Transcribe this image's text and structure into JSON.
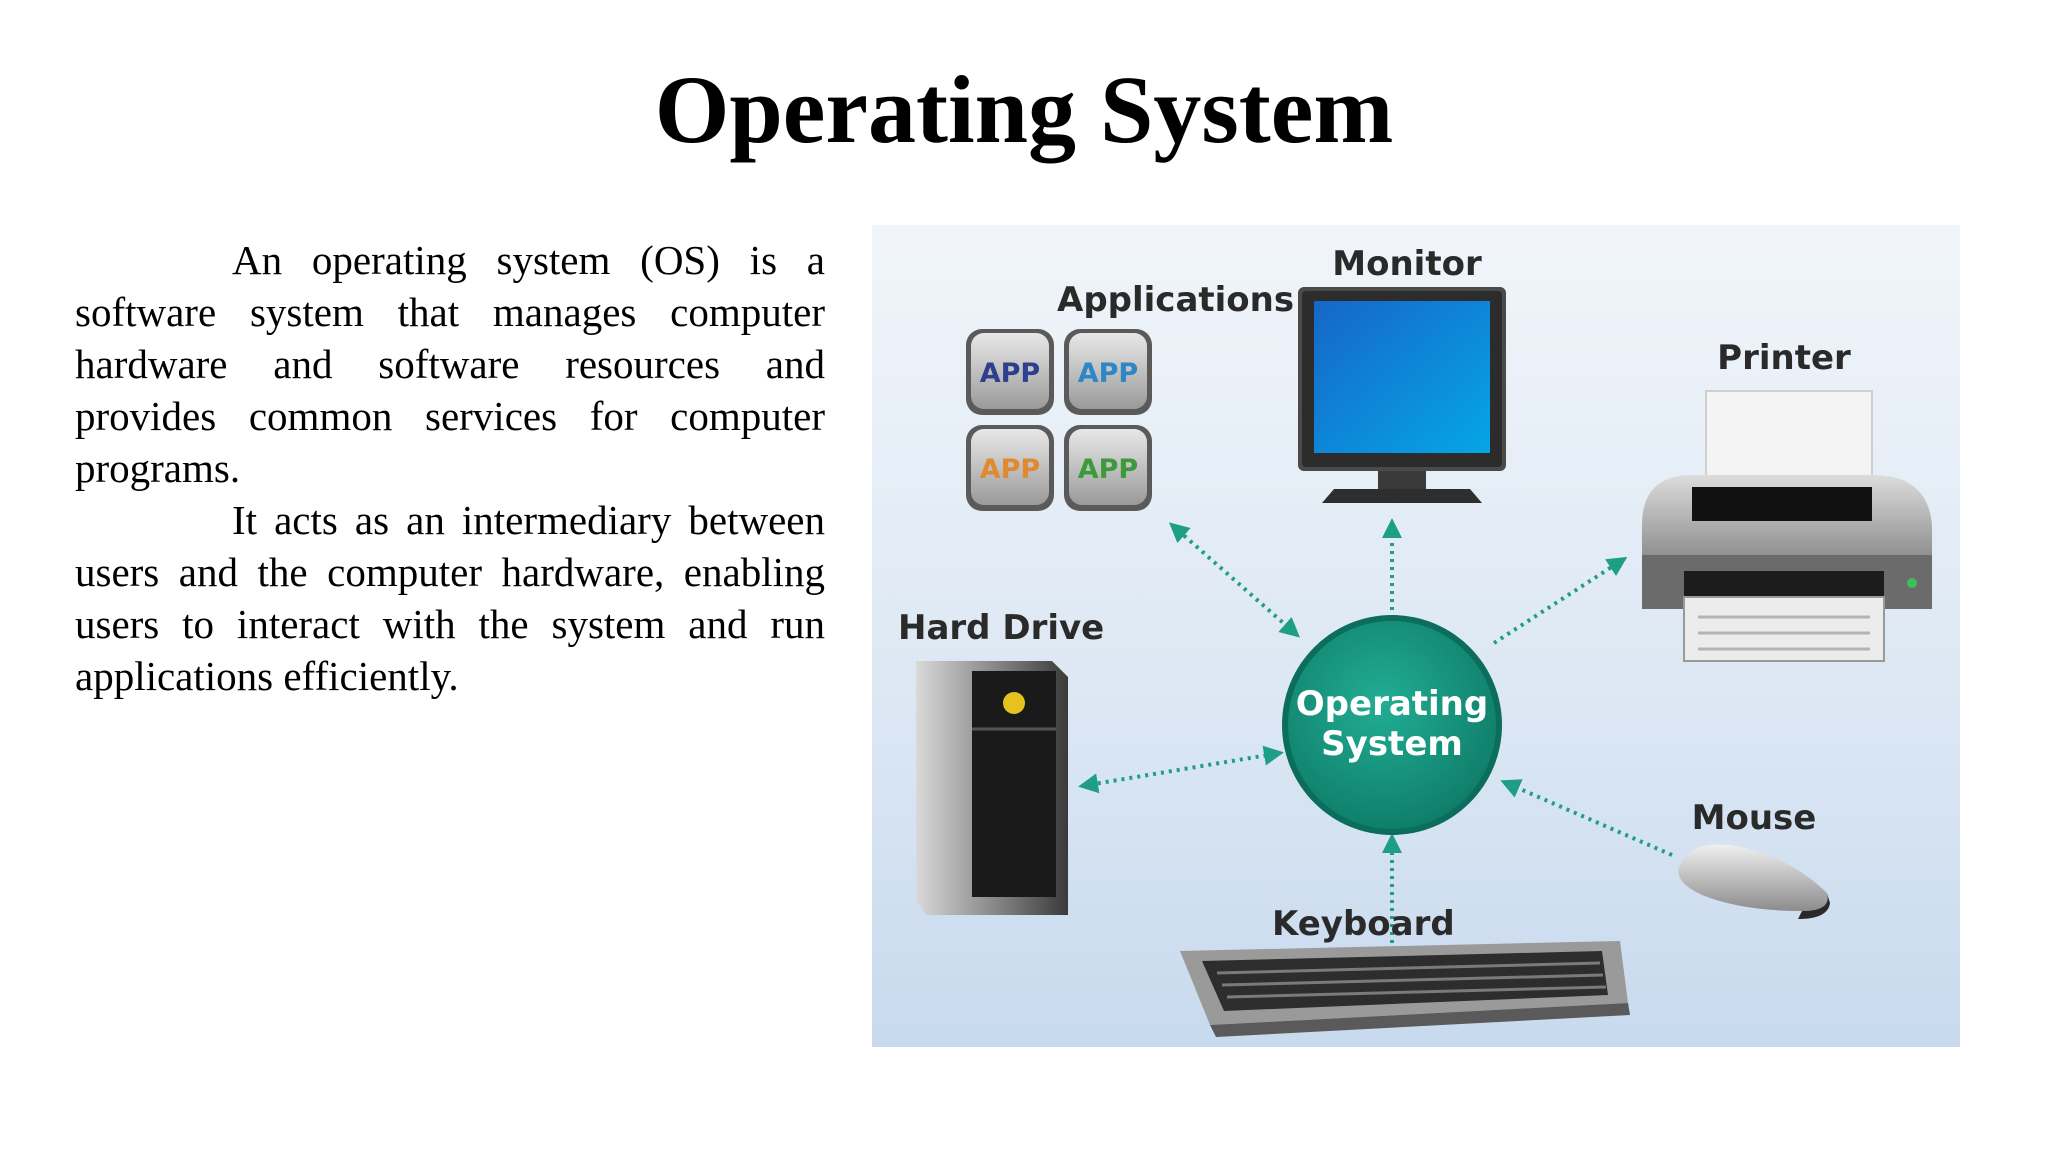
{
  "slide": {
    "title": "Operating System",
    "paragraphs": [
      "An operating system (OS) is a software system that manages computer hardware and software resources and provides common services for computer programs.",
      "It acts as an intermediary between users and the computer hardware, enabling users to interact with the system and run applications efficiently."
    ]
  },
  "diagram": {
    "center_line1": "Operating",
    "center_line2": "System",
    "labels": {
      "applications": "Applications",
      "monitor": "Monitor",
      "printer": "Printer",
      "hard_drive": "Hard Drive",
      "mouse": "Mouse",
      "keyboard": "Keyboard"
    },
    "app_tiles": [
      "APP",
      "APP",
      "APP",
      "APP"
    ],
    "colors": {
      "os_circle": "#18957f",
      "arrows": "#1f9e86",
      "app_colors": [
        "#2f3f8f",
        "#2e86c7",
        "#e0892e",
        "#3d9a3a"
      ]
    }
  }
}
